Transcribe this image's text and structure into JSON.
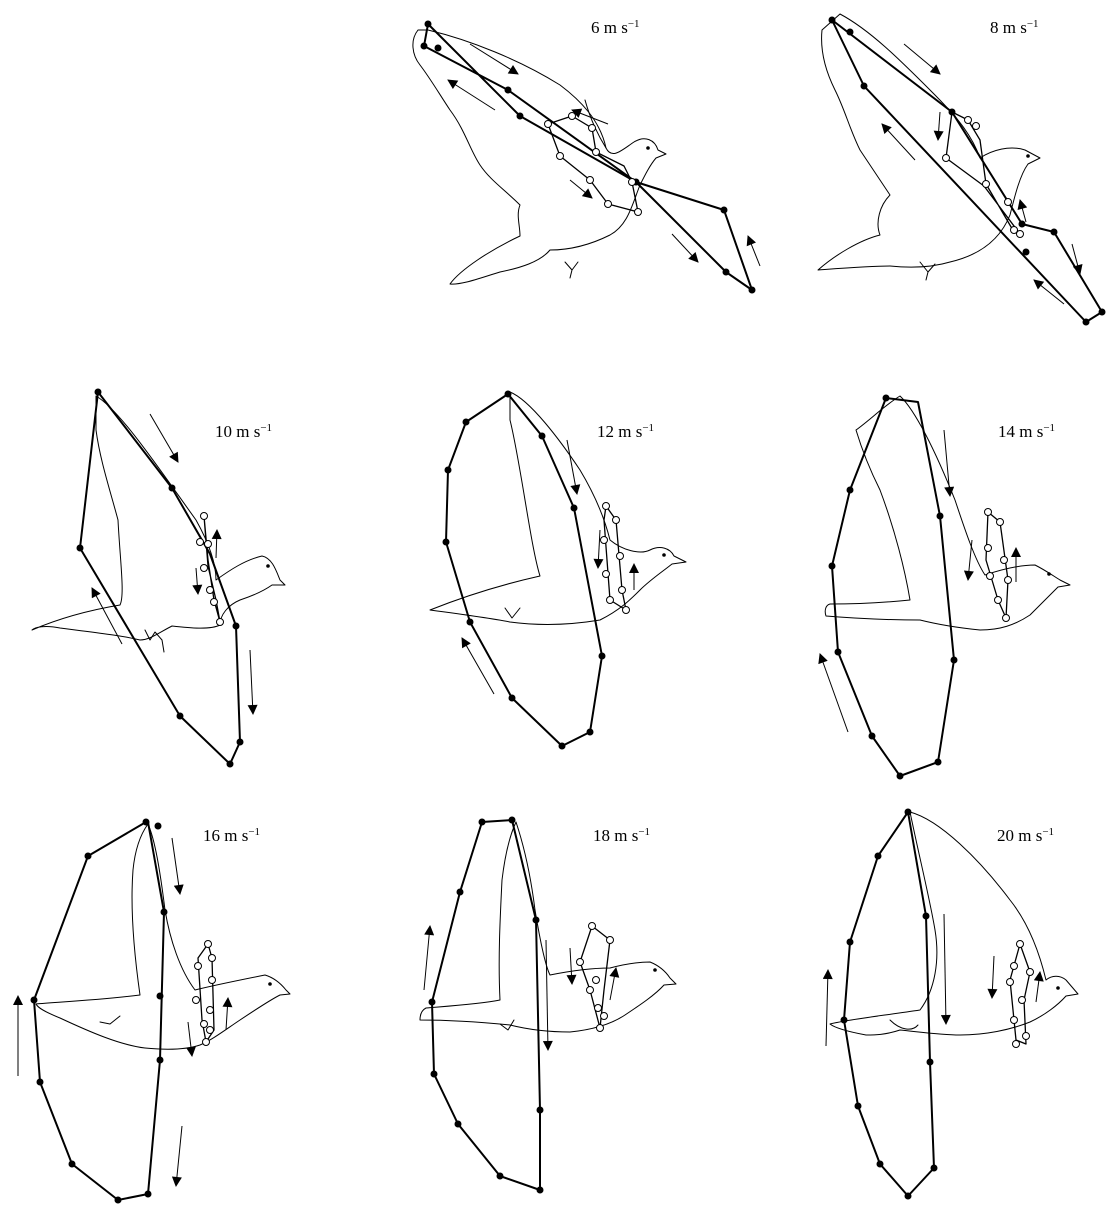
{
  "panels": [
    {
      "speed_value": "6",
      "speed_unit": "m s",
      "exponent": "−1"
    },
    {
      "speed_value": "8",
      "speed_unit": "m s",
      "exponent": "−1"
    },
    {
      "speed_value": "10",
      "speed_unit": "m s",
      "exponent": "−1"
    },
    {
      "speed_value": "12",
      "speed_unit": "m s",
      "exponent": "−1"
    },
    {
      "speed_value": "14",
      "speed_unit": "m s",
      "exponent": "−1"
    },
    {
      "speed_value": "16",
      "speed_unit": "m s",
      "exponent": "−1"
    },
    {
      "speed_value": "18",
      "speed_unit": "m s",
      "exponent": "−1"
    },
    {
      "speed_value": "20",
      "speed_unit": "m s",
      "exponent": "−1"
    }
  ]
}
